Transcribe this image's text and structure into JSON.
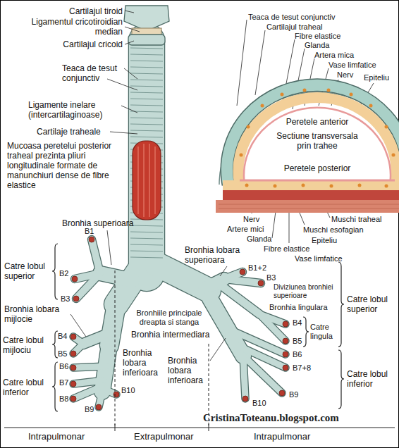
{
  "diagram": {
    "labels": [
      "Cartilajul tiroid",
      "Ligamentul cricotiroidian median",
      "Cartilajul cricoid",
      "Teaca de tesut conjunctiv",
      "Ligamente inelare (intercartilaginoase)",
      "Cartilaje traheale",
      "Mucoasa peretelui posterior traheal prezinta pliuri longitudinale formate de manunchiuri dense de fibre elastice",
      "Bronhia superioara",
      "B1",
      "B2",
      "B3",
      "Catre lobul superior",
      "Bronhia lobara mijlocie",
      "Catre lobul mijlociu",
      "B4",
      "B5",
      "Catre lobul inferior",
      "B6",
      "B7",
      "B8",
      "B9",
      "B10",
      "Bronhia lobara inferioara",
      "Bronhia intermediara",
      "Bronhiile principale dreapta si stanga",
      "Bronhia lobara superioara",
      "B1+2",
      "B3",
      "Diviziunea bronhiei superioare",
      "Bronhia lingulara",
      "Catre lobul superior",
      "B4",
      "Catre lingula",
      "B5",
      "B6",
      "B7+8",
      "B9",
      "B10",
      "Bronhia lobara inferioara",
      "Catre lobul inferior",
      "Intrapulmonar",
      "Extrapulmonar",
      "Intrapulmonar",
      "CristinaToteanu.blogspot.com",
      "Teaca de tesut conjunctiv",
      "Cartilajul traheal",
      "Fibre elastice",
      "Glanda",
      "Artera mica",
      "Vase limfatice",
      "Nerv",
      "Epiteliu",
      "Peretele anterior",
      "Sectiune transversala prin trahee",
      "Peretele posterior",
      "Muschi traheal",
      "Muschi esofagian",
      "Nerv",
      "Artere mici",
      "Glanda",
      "Fibre elastice",
      "Epiteliu",
      "Vase limfatice"
    ]
  }
}
